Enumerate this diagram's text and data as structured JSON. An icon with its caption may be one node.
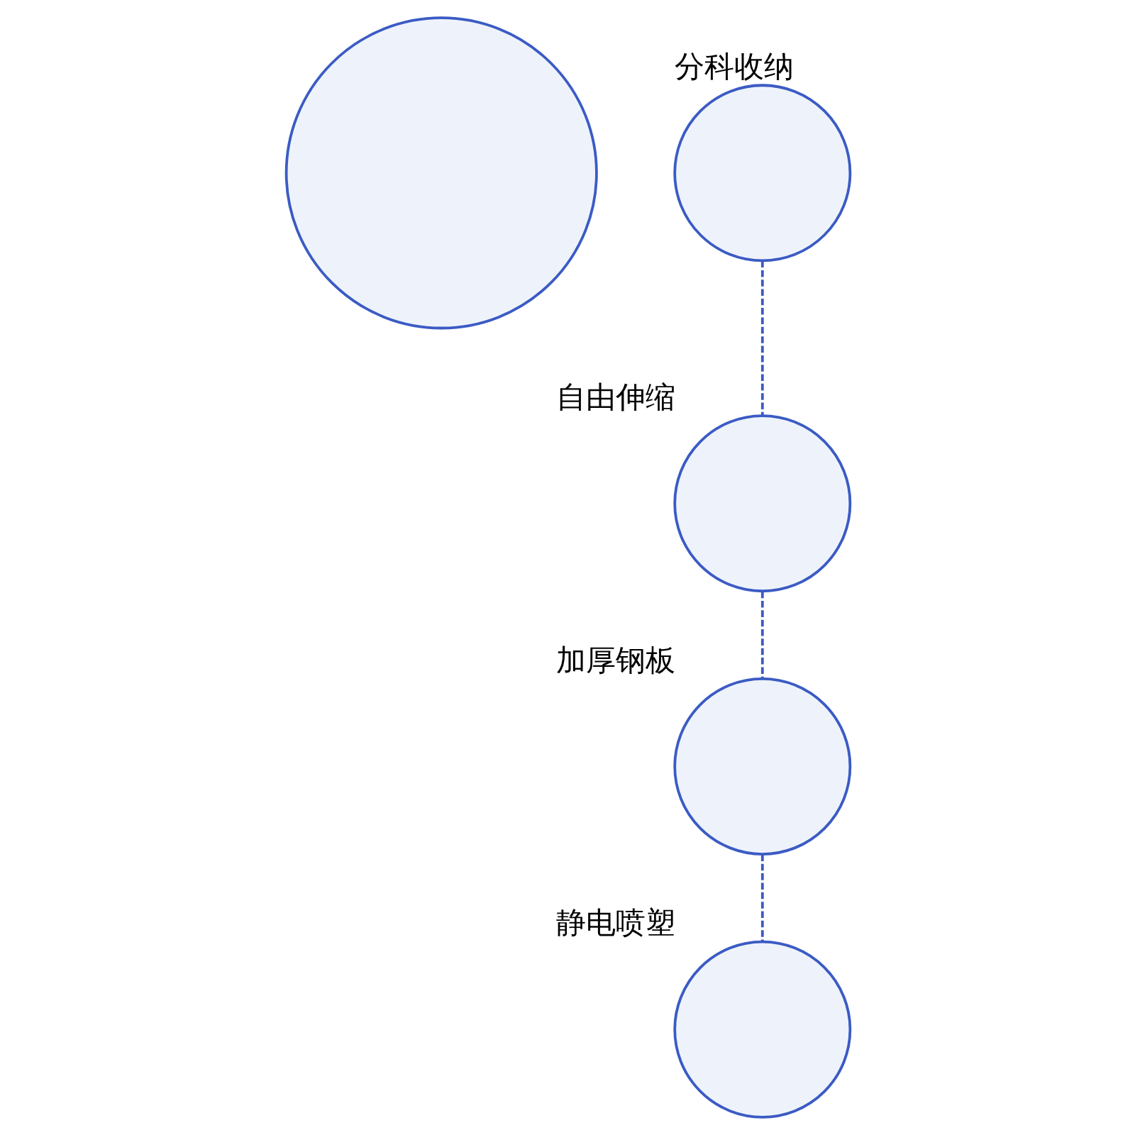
{
  "diagram": {
    "nodes": [
      {
        "text": [],
        "shape": "circle"
      },
      {
        "text": [],
        "shape": "circle",
        "beside": [
          "分科收纳"
        ]
      },
      {
        "text": [],
        "shape": "circle",
        "beside": [
          "自由伸缩"
        ]
      },
      {
        "text": [],
        "shape": "circle",
        "beside": [
          "静电喷塑"
        ]
      },
      {
        "text": [],
        "shape": "circle",
        "beside": [
          "加厚钢板"
        ]
      }
    ],
    "edges": [
      {
        "from": 1,
        "to": 2,
        "arrow": "none",
        "style": "dashed",
        "color": "#3b5bc4"
      },
      {
        "from": 2,
        "to": 4,
        "arrow": "none",
        "style": "dashed",
        "color": "#3b5bc4"
      },
      {
        "from": 4,
        "to": 3,
        "arrow": "none",
        "style": "dashed",
        "color": "#3b5bc4"
      }
    ]
  }
}
